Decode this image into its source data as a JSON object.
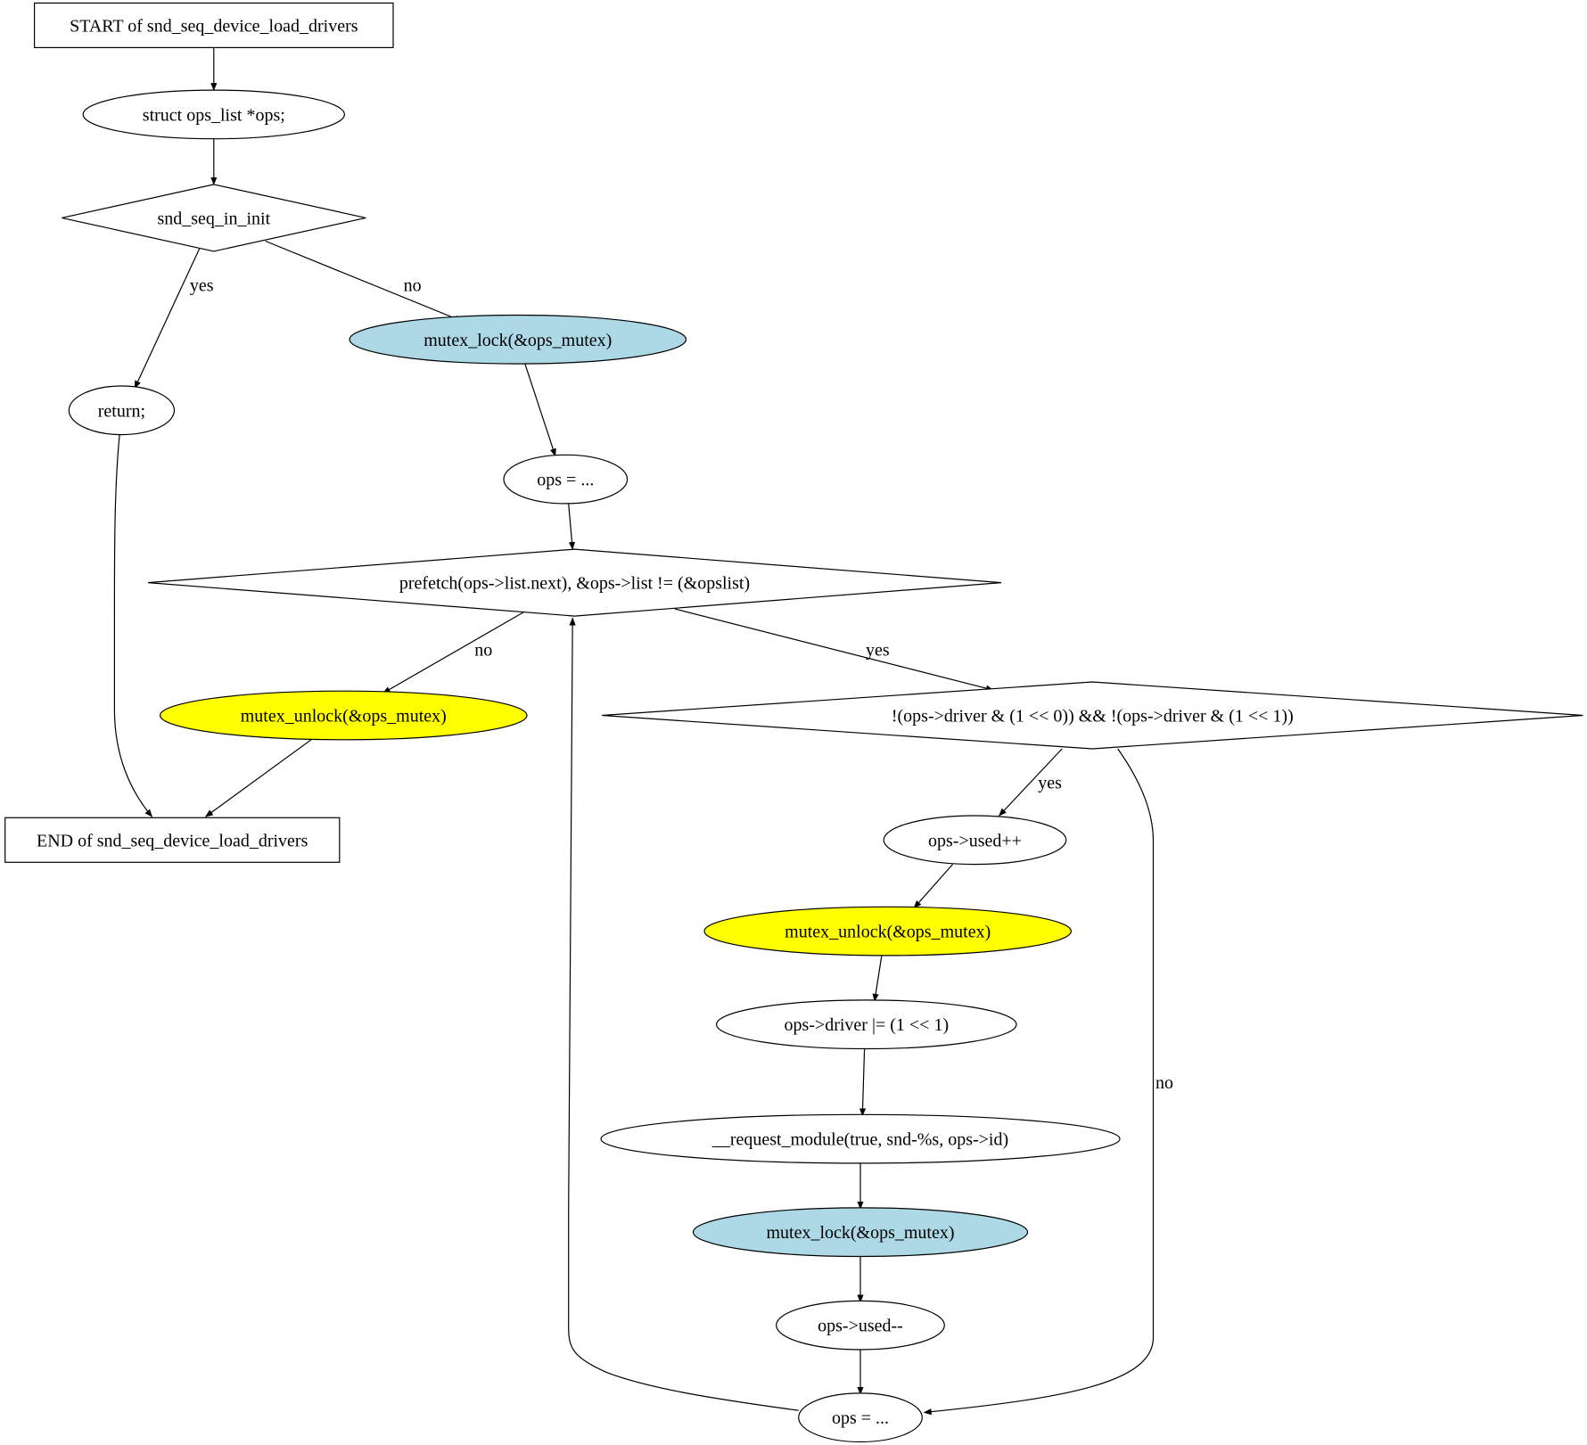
{
  "diagram": {
    "nodes": [
      {
        "id": "start",
        "label": "START of snd_seq_device_load_drivers",
        "shape": "box",
        "fill": "#ffffff"
      },
      {
        "id": "decl",
        "label": "struct ops_list *ops;",
        "shape": "ellipse",
        "fill": "#ffffff"
      },
      {
        "id": "cond_init",
        "label": "snd_seq_in_init",
        "shape": "diamond",
        "fill": "#ffffff"
      },
      {
        "id": "ret",
        "label": "return;",
        "shape": "ellipse",
        "fill": "#ffffff"
      },
      {
        "id": "lock1",
        "label": "mutex_lock(&ops_mutex)",
        "shape": "ellipse",
        "fill": "#add8e6"
      },
      {
        "id": "ops1",
        "label": "ops = ...",
        "shape": "ellipse",
        "fill": "#ffffff"
      },
      {
        "id": "cond_loop",
        "label": "prefetch(ops->list.next), &ops->list != (&opslist)",
        "shape": "diamond",
        "fill": "#ffffff"
      },
      {
        "id": "unlock1",
        "label": "mutex_unlock(&ops_mutex)",
        "shape": "ellipse",
        "fill": "#ffff00"
      },
      {
        "id": "end",
        "label": "END of snd_seq_device_load_drivers",
        "shape": "box",
        "fill": "#ffffff"
      },
      {
        "id": "cond_drv",
        "label": "!(ops->driver & (1 << 0)) && !(ops->driver & (1 << 1))",
        "shape": "diamond",
        "fill": "#ffffff"
      },
      {
        "id": "used_inc",
        "label": "ops->used++",
        "shape": "ellipse",
        "fill": "#ffffff"
      },
      {
        "id": "unlock2",
        "label": "mutex_unlock(&ops_mutex)",
        "shape": "ellipse",
        "fill": "#ffff00"
      },
      {
        "id": "drv_or",
        "label": "ops->driver |= (1 << 1)",
        "shape": "ellipse",
        "fill": "#ffffff"
      },
      {
        "id": "req",
        "label": "__request_module(true, snd-%s, ops->id)",
        "shape": "ellipse",
        "fill": "#ffffff"
      },
      {
        "id": "lock2",
        "label": "mutex_lock(&ops_mutex)",
        "shape": "ellipse",
        "fill": "#add8e6"
      },
      {
        "id": "used_dec",
        "label": "ops->used--",
        "shape": "ellipse",
        "fill": "#ffffff"
      },
      {
        "id": "ops2",
        "label": "ops = ...",
        "shape": "ellipse",
        "fill": "#ffffff"
      }
    ],
    "edges": [
      {
        "from": "start",
        "to": "decl",
        "label": ""
      },
      {
        "from": "decl",
        "to": "cond_init",
        "label": ""
      },
      {
        "from": "cond_init",
        "to": "ret",
        "label": "yes"
      },
      {
        "from": "cond_init",
        "to": "lock1",
        "label": "no"
      },
      {
        "from": "ret",
        "to": "end",
        "label": ""
      },
      {
        "from": "lock1",
        "to": "ops1",
        "label": ""
      },
      {
        "from": "ops1",
        "to": "cond_loop",
        "label": ""
      },
      {
        "from": "cond_loop",
        "to": "unlock1",
        "label": "no"
      },
      {
        "from": "cond_loop",
        "to": "cond_drv",
        "label": "yes"
      },
      {
        "from": "unlock1",
        "to": "end",
        "label": ""
      },
      {
        "from": "cond_drv",
        "to": "used_inc",
        "label": "yes"
      },
      {
        "from": "cond_drv",
        "to": "ops2",
        "label": "no"
      },
      {
        "from": "used_inc",
        "to": "unlock2",
        "label": ""
      },
      {
        "from": "unlock2",
        "to": "drv_or",
        "label": ""
      },
      {
        "from": "drv_or",
        "to": "req",
        "label": ""
      },
      {
        "from": "req",
        "to": "lock2",
        "label": ""
      },
      {
        "from": "lock2",
        "to": "used_dec",
        "label": ""
      },
      {
        "from": "used_dec",
        "to": "ops2",
        "label": ""
      },
      {
        "from": "ops2",
        "to": "cond_loop",
        "label": ""
      }
    ]
  }
}
